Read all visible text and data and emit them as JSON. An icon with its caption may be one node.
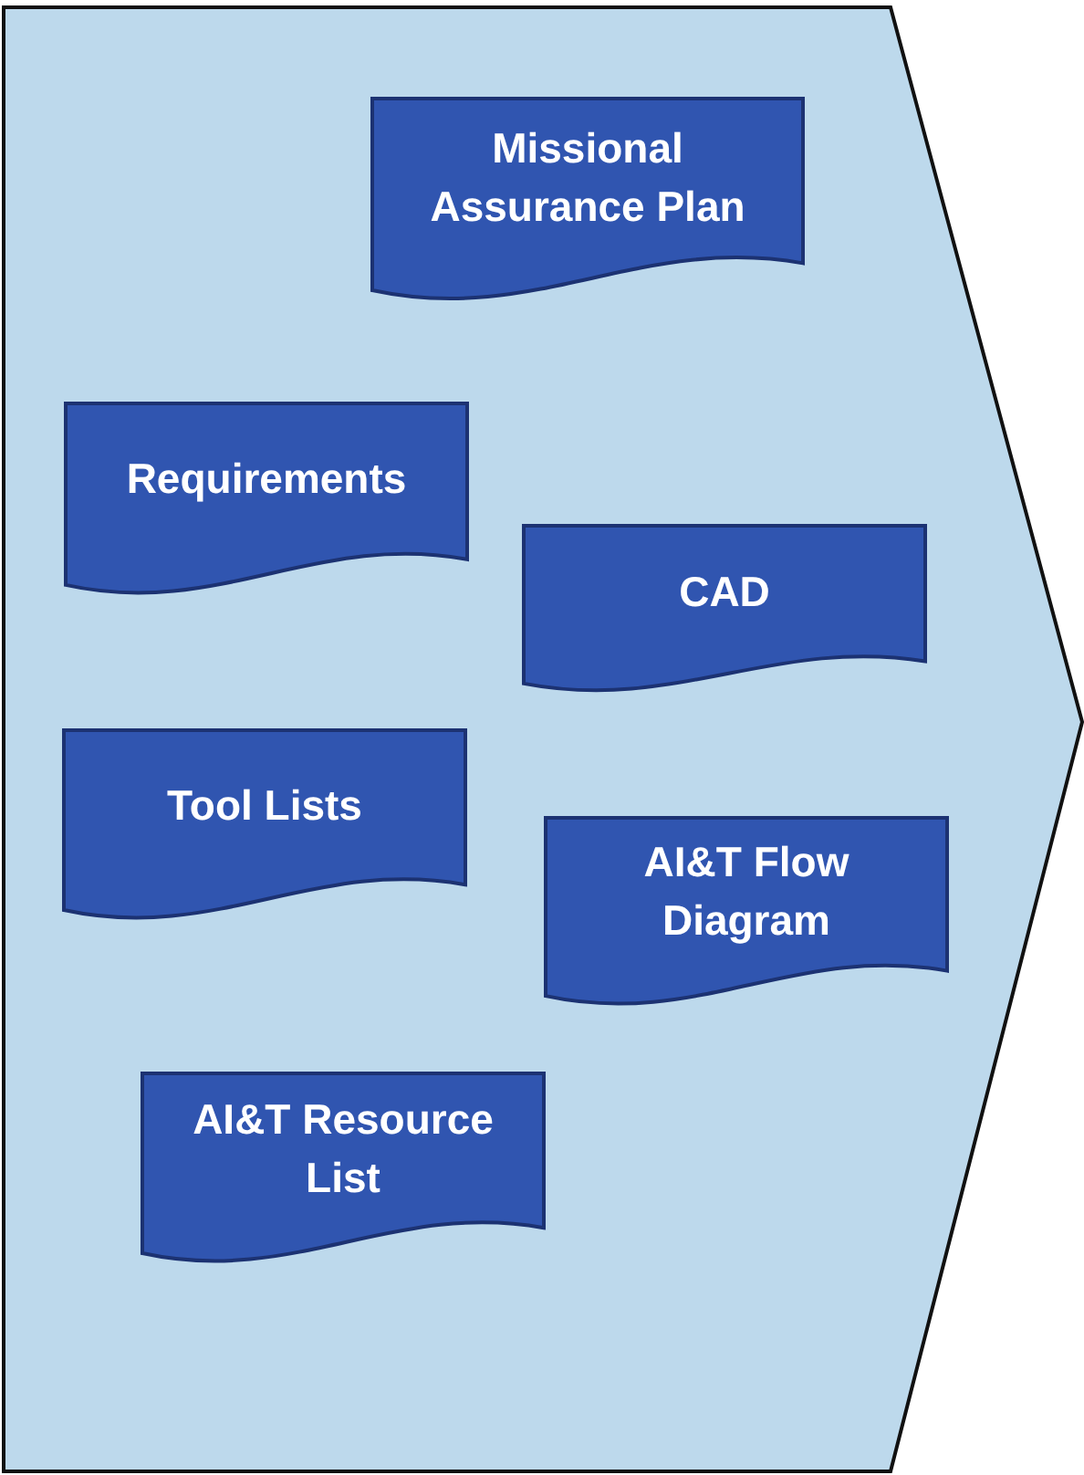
{
  "diagram": {
    "nodes": [
      {
        "text": [],
        "shape": "pentagon"
      },
      {
        "text": [
          "Missional Assurance Plan"
        ],
        "in": 0
      },
      {
        "text": [
          "Requirements"
        ],
        "in": 0
      },
      {
        "text": [
          "CAD"
        ],
        "in": 0
      },
      {
        "text": [
          "Tool Lists"
        ],
        "in": 0
      },
      {
        "text": [
          "AI&T Flow Diagram"
        ],
        "in": 0
      },
      {
        "text": [
          "AI&T Resource List"
        ],
        "in": 0
      }
    ]
  }
}
